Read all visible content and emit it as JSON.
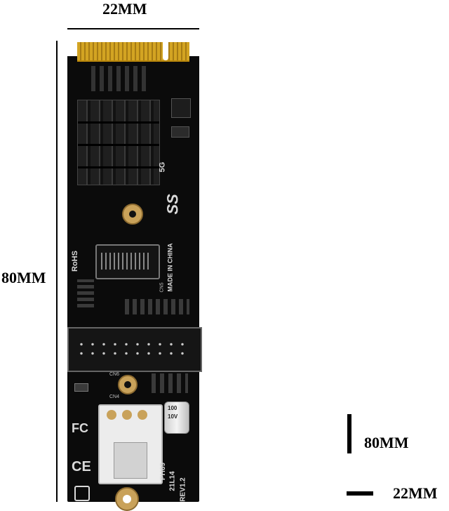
{
  "dimensions": {
    "width_top": "22MM",
    "height_left": "80MM",
    "legend_height": "80MM",
    "legend_width": "22MM"
  },
  "board_markings": {
    "rohs": "RoHS",
    "made_in_china": "MADE IN CHINA",
    "fc_logo": "FC",
    "ce_logo": "CE",
    "model": "PH69",
    "date_code": "21L14",
    "revision": "REV1.2",
    "ss_logo": "SS",
    "speed_label": "5G",
    "capacitor_value": "100",
    "capacitor_voltage": "10V",
    "connector_cn4": "CN4",
    "connector_cn5": "CN5",
    "connector_cn6": "CN6"
  }
}
